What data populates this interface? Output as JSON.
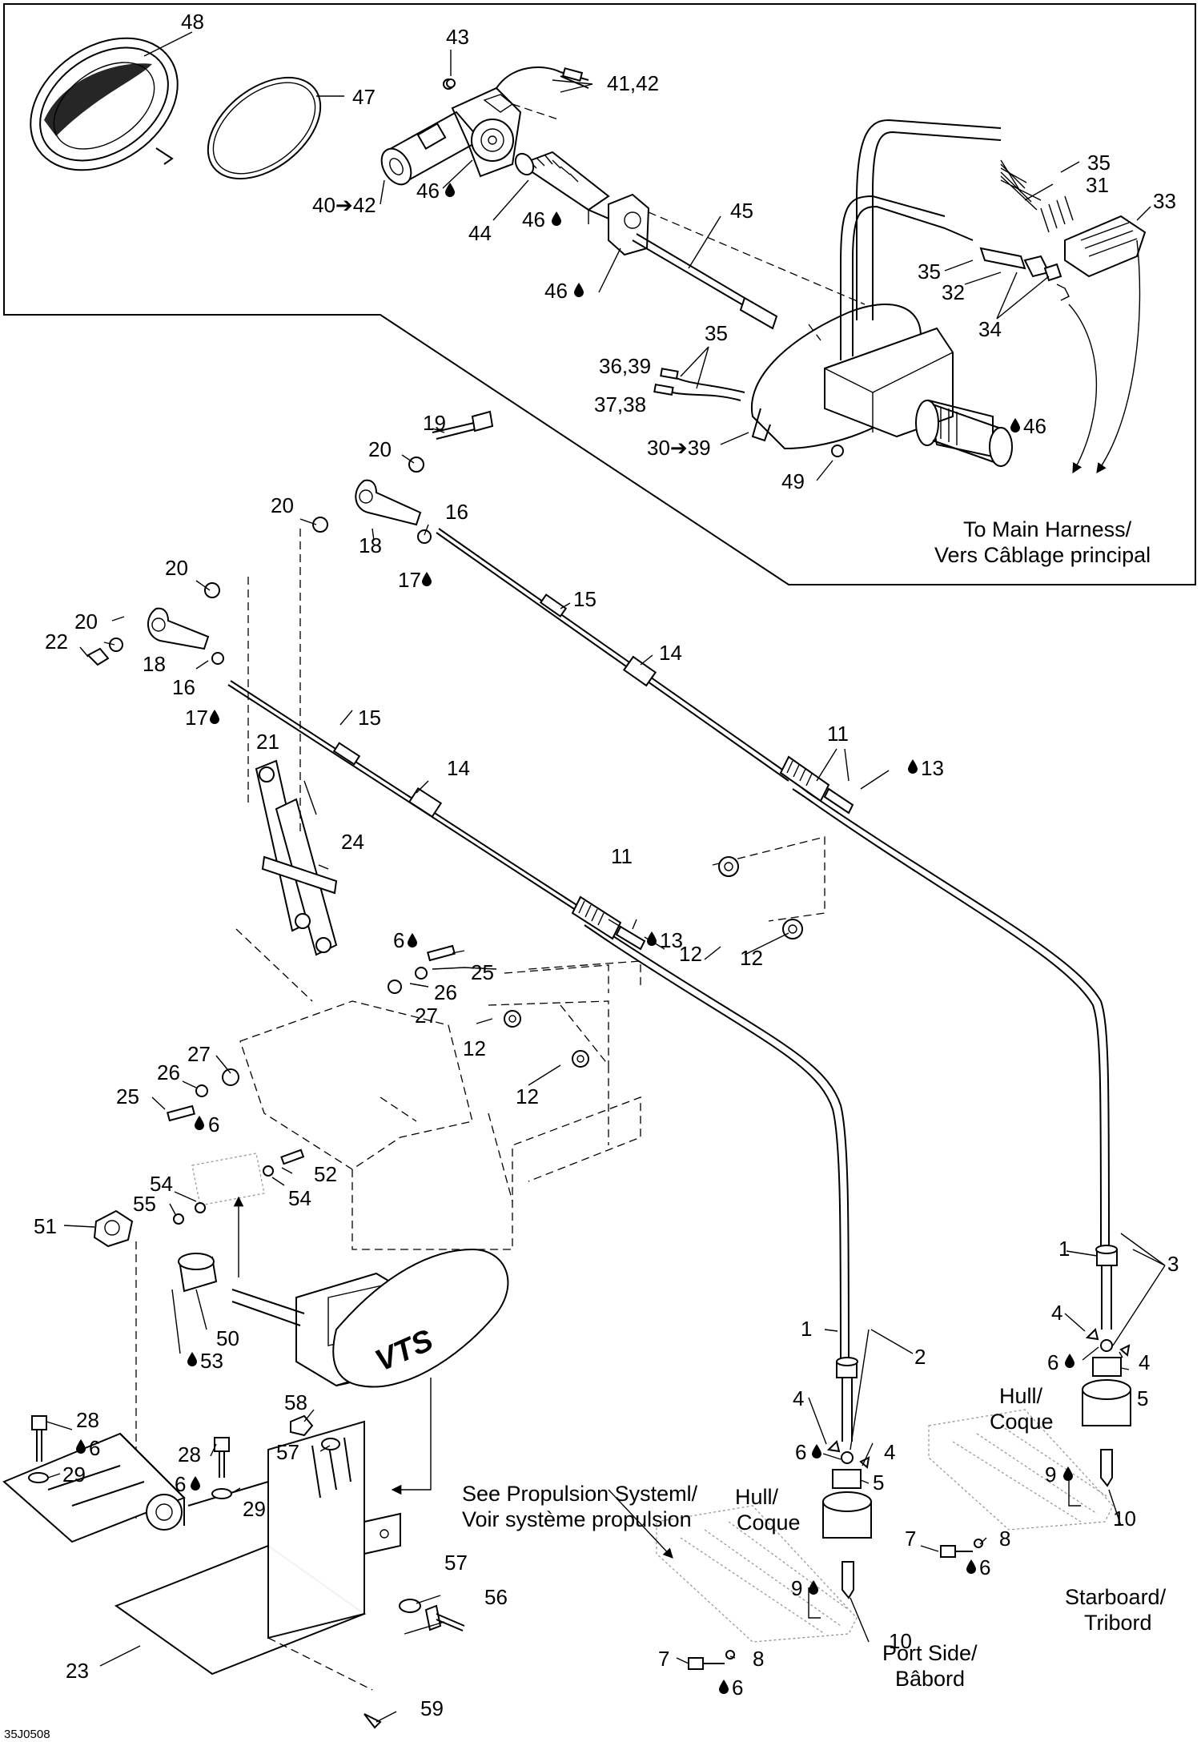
{
  "figure_code": "35J0508",
  "callouts": {
    "c48": "48",
    "c47": "47",
    "c43": "43",
    "c4142": "41,42",
    "c4042": "40➔42",
    "c46a": "46",
    "c44": "44",
    "c46b": "46",
    "c46c": "46",
    "c45": "45",
    "c35a": "35",
    "c31": "31",
    "c33": "33",
    "c35b": "35",
    "c32": "32",
    "c34": "34",
    "c35c": "35",
    "c3639": "36,39",
    "c3738": "37,38",
    "c3039": "30➔39",
    "c46d": "46",
    "c49": "49",
    "c19": "19",
    "c20a": "20",
    "c20b": "20",
    "c16a": "16",
    "c18a": "18",
    "c17a": "17",
    "c20c": "20",
    "c20d": "20",
    "c22": "22",
    "c18b": "18",
    "c16b": "16",
    "c17b": "17",
    "c15a": "15",
    "c14a": "14",
    "c11a": "11",
    "c13a": "13",
    "c15b": "15",
    "c21": "21",
    "c14b": "14",
    "c24": "24",
    "c11b": "11",
    "c13b": "13",
    "c12a": "12",
    "c12b": "12",
    "c6a": "6",
    "c25a": "25",
    "c26a": "26",
    "c27a": "27",
    "c12c": "12",
    "c12d": "12",
    "c27b": "27",
    "c26b": "26",
    "c25b": "25",
    "c6b": "6",
    "c54a": "54",
    "c52": "52",
    "c55": "55",
    "c54b": "54",
    "c51": "51",
    "c50": "50",
    "c53": "53",
    "c1a": "1",
    "c2": "2",
    "c4a": "4",
    "c6c": "6",
    "c4b": "4",
    "c5a": "5",
    "c1b": "1",
    "c3": "3",
    "c4c": "4",
    "c6d": "6",
    "c4d": "4",
    "c5b": "5",
    "c9a": "9",
    "c10a": "10",
    "c7a": "7",
    "c8a": "8",
    "c6e": "6",
    "c9b": "9",
    "c10b": "10",
    "c7b": "7",
    "c8b": "8",
    "c6f": "6",
    "c28a": "28",
    "c6g": "6",
    "c29a": "29",
    "c28b": "28",
    "c6h": "6",
    "c29b": "29",
    "c58": "58",
    "c57a": "57",
    "c57b": "57",
    "c56": "56",
    "c23": "23",
    "c59": "59"
  },
  "notes": {
    "main_harness_1": "To Main Harness/",
    "main_harness_2": "Vers Câblage principal",
    "propulsion_1": "See Propulsion Systeml/",
    "propulsion_2": "Voir système propulsion",
    "hull_a_1": "Hull/",
    "hull_a_2": "Coque",
    "hull_b_1": "Hull/",
    "hull_b_2": "Coque",
    "port_1": "Port Side/",
    "port_2": "Bâbord",
    "star_1": "Starboard/",
    "star_2": "Tribord",
    "vts_badge": "VTS"
  },
  "icons": {
    "drop": "lubricant-drop-icon",
    "arrow": "exploded-view-arrow-icon"
  }
}
